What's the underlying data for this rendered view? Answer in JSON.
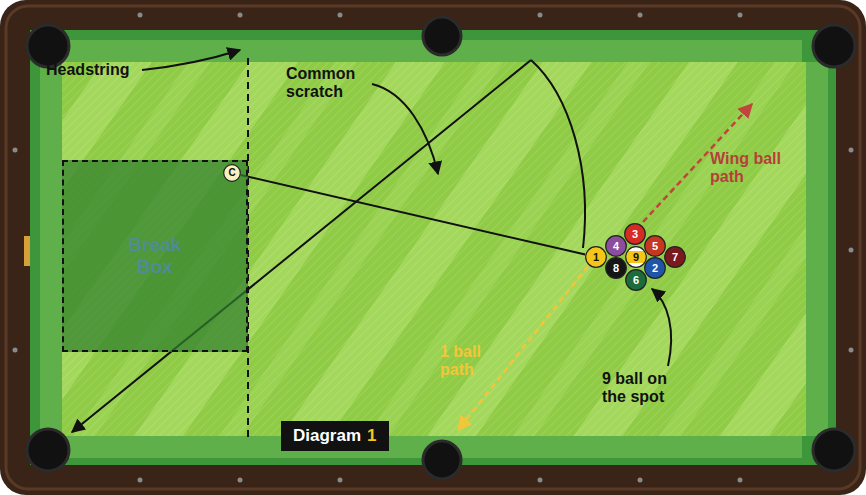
{
  "diagram": {
    "nodes": [
      {
        "text": [
          "Break Box"
        ]
      },
      {
        "text": [
          "C"
        ]
      },
      {
        "text": [
          "3"
        ]
      },
      {
        "text": [
          "4"
        ]
      },
      {
        "text": [
          "5"
        ]
      },
      {
        "text": [
          "1"
        ]
      },
      {
        "text": [
          "9"
        ]
      },
      {
        "text": [
          "7"
        ]
      },
      {
        "text": [
          "8"
        ]
      },
      {
        "text": [
          "2"
        ]
      },
      {
        "text": [
          "6"
        ]
      },
      {
        "text": [
          "Diagram",
          "1"
        ]
      }
    ],
    "edges": [
      {
        "from": 1,
        "to": 5,
        "arrow": "none"
      }
    ],
    "labels": [
      "Headstring",
      "Common scratch",
      "Wing ball path",
      "1 ball path",
      "9 ball on the spot"
    ]
  }
}
